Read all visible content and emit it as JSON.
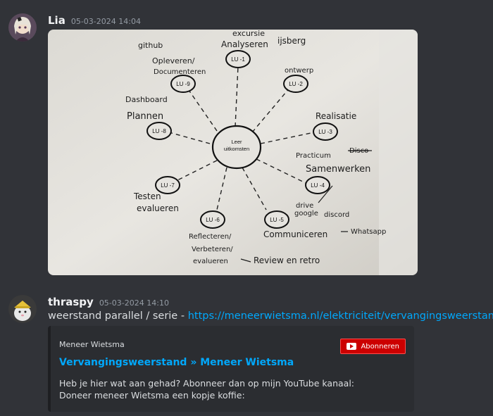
{
  "messages": [
    {
      "author": "Lia",
      "timestamp": "05-03-2024 14:04",
      "avatar_icon": "anime-avatar"
    },
    {
      "author": "thraspy",
      "timestamp": "05-03-2024 14:10",
      "avatar_icon": "hamster-avatar",
      "text_prefix": "weerstand parallel / serie - ",
      "link": "https://meneerwietsma.nl/elektriciteit/vervangingsweerstand/",
      "embed": {
        "provider": "Meneer Wietsma",
        "title": "Vervangingsweerstand » Meneer Wietsma",
        "description_line1": "Heb je hier wat aan gehad? Abonneer dan op mijn YouTube kanaal:",
        "description_line2": "Doneer meneer Wietsma een kopje koffie:",
        "subscribe_label": "Abonneren"
      }
    }
  ],
  "mindmap": {
    "center": [
      "Leer",
      "uitkomsten"
    ],
    "nodes": [
      "LU -1",
      "LU -2",
      "LU -3",
      "LU -4",
      "LU -5",
      "LU -6",
      "LU -7",
      "LU -8",
      "LU -9"
    ],
    "notes": {
      "n1a": "excursie",
      "n1b": "Analyseren",
      "n1c": "ijsberg",
      "n2": "ontwerp",
      "n3": "Realisatie",
      "n4a": "Practicum",
      "n4b": "Disco",
      "n4c": "Samenwerken",
      "n5a": "drive",
      "n5b": "google",
      "n5c": "discord",
      "n5d": "Communiceren",
      "n5e": "Whatsapp",
      "n6a": "Reflecteren/",
      "n6b": "Verbeteren/",
      "n6c": "evalueren",
      "n6d": "Review en retro",
      "n7a": "Testen",
      "n7b": "evalueren",
      "n8a": "Dashboard",
      "n8b": "Plannen",
      "n9a": "github",
      "n9b": "Opleveren/",
      "n9c": "Documenteren"
    }
  },
  "colors": {
    "background": "#313338",
    "link": "#00a8fc",
    "embed_bg": "#2b2d31",
    "subscribe": "#cc0000"
  }
}
